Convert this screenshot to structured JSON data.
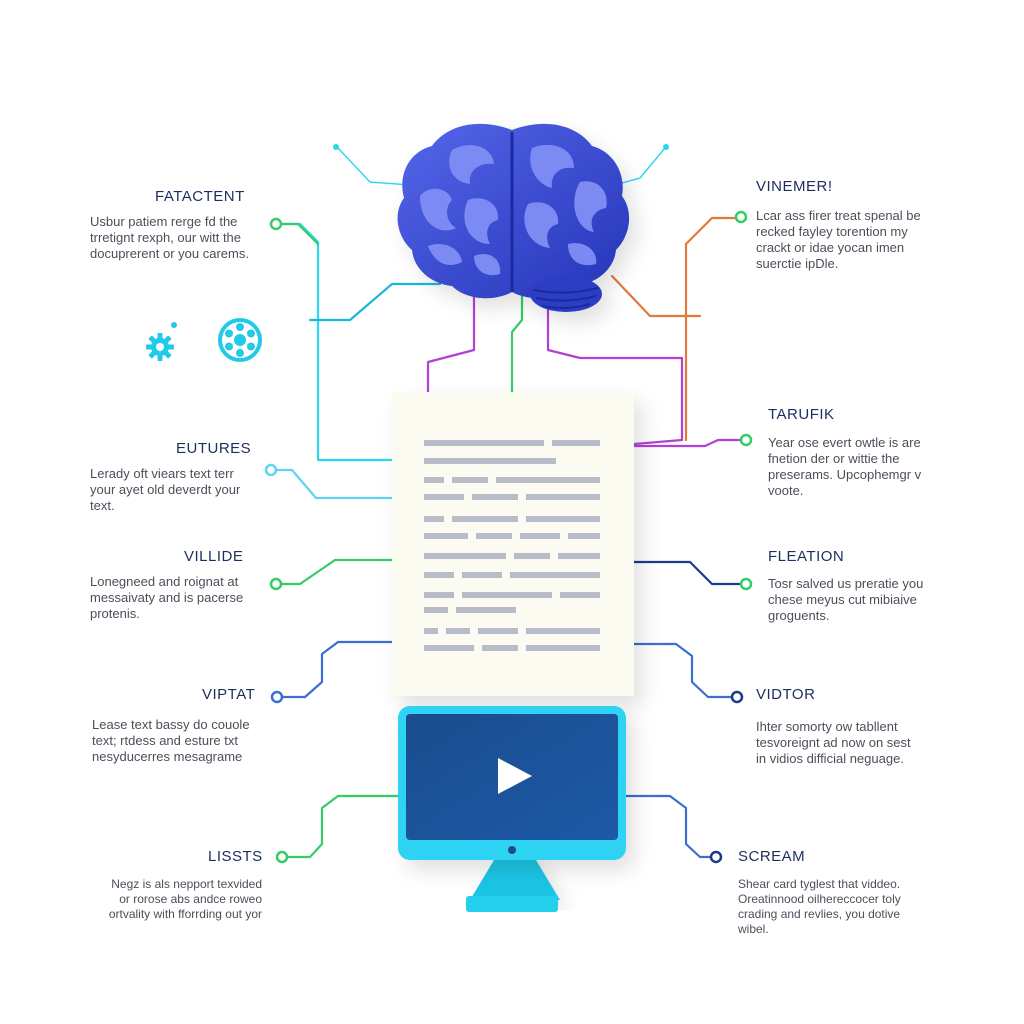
{
  "colors": {
    "brain_dark": "#2a3fc8",
    "brain_light": "#6f7cf2",
    "teal": "#2bd7ee",
    "green": "#33cc66",
    "blue": "#3a6fd0",
    "navy": "#1d3a8a",
    "magenta": "#b23fd6",
    "orange": "#e07a3a",
    "cyan": "#1ab8d8",
    "paper": "#fbfbf2",
    "monitor_frame": "#2ed2f2",
    "monitor_screen": "#154f94",
    "text_title": "#1d2f5c",
    "text_body": "#4a4f5a"
  },
  "icons": [
    "brain-icon",
    "document-icon",
    "monitor-play-icon",
    "gear-small-icon",
    "gear-large-icon"
  ],
  "left_blocks": [
    {
      "title": "FATACTENT",
      "body": [
        "Usbur patiem rerge fd the",
        "trretignt rexph, our witt the",
        "docuprerent or you carems."
      ]
    },
    {
      "title": "EUTURES",
      "body": [
        "Lerady oft viears text terr",
        "your ayet old deverdt your",
        "text."
      ]
    },
    {
      "title": "VILLIDE",
      "body": [
        "Lonegneed and roignat at",
        "messaivaty and is pacerse",
        "protenis."
      ]
    },
    {
      "title": "VIPTAT",
      "body": [
        "Lease text bassy do couole",
        "text; rtdess and esture txt",
        "nesyducerres mesagrame"
      ]
    },
    {
      "title": "LISSTS",
      "body": [
        "Negz is als nepport texvided",
        "or rorose abs andce roweo",
        "ortvality with fforrding out yor"
      ]
    }
  ],
  "right_blocks": [
    {
      "title": "VINEMER!",
      "body": [
        "Lcar ass firer treat spenal be",
        "recked fayley torention my",
        "crackt or idae yocan imen",
        "suerctie ipDle."
      ]
    },
    {
      "title": "TARUFIK",
      "body": [
        "Year ose evert owtle is are",
        "fnetion der or wittie the",
        "preserams. Upcophemgr v",
        "voote."
      ]
    },
    {
      "title": "FLEATION",
      "body": [
        "Tosr salved us preratie you",
        "chese meyus cut mibiaive",
        "groguents."
      ]
    },
    {
      "title": "VIDTOR",
      "body": [
        "Ihter somorty ow tabllent",
        "tesvoreignt ad now on sest",
        "in vidios difficial neguage."
      ]
    },
    {
      "title": "SCREAM",
      "body": [
        "Shear card tyglest that viddeo.",
        "Oreatinnood oilhereccocer toly",
        "crading and revlies, you dotive",
        "wibel."
      ]
    }
  ]
}
